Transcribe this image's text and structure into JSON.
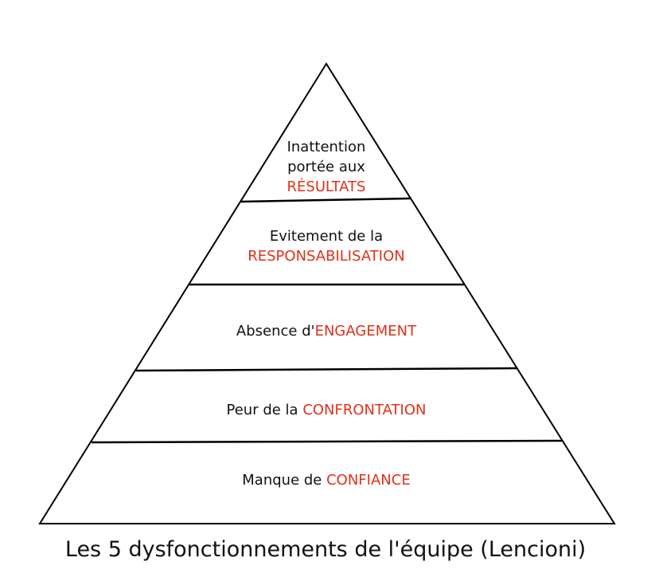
{
  "diagram": {
    "colors": {
      "line": "#000000",
      "highlight": "#e0311a",
      "text": "#111111"
    },
    "levels": [
      {
        "line1": "Inattention",
        "line2": "portée aux",
        "highlight": "RÉSULTATS"
      },
      {
        "line1": "Evitement de la",
        "highlight": "RESPONSABILISATION"
      },
      {
        "prefix": "Absence d'",
        "highlight": "ENGAGEMENT"
      },
      {
        "prefix": "Peur de la ",
        "highlight": "CONFRONTATION"
      },
      {
        "prefix": "Manque de ",
        "highlight": "CONFIANCE"
      }
    ],
    "caption": "Les 5 dysfonctionnements de l'équipe (Lencioni)"
  }
}
